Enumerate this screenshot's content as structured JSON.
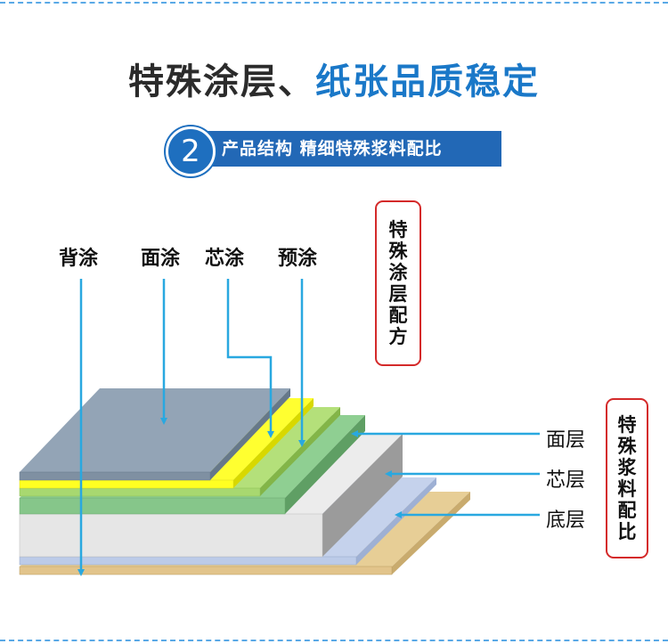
{
  "title": {
    "part_1": "特殊涂层、",
    "part_2": "纸张品质稳定"
  },
  "subtitle": {
    "step_number": "2",
    "text": "产品结构 精细特殊浆料配比"
  },
  "coating_labels": {
    "back_coat": "背涂",
    "face_coat": "面涂",
    "core_coat": "芯涂",
    "pre_coat": "预涂"
  },
  "layer_labels": {
    "face_layer": "面层",
    "core_layer": "芯层",
    "base_layer": "底层"
  },
  "formula_box": {
    "chars": [
      "特",
      "殊",
      "涂",
      "层",
      "配",
      "方"
    ]
  },
  "slurry_box": {
    "chars": [
      "特",
      "殊",
      "浆",
      "料",
      "配",
      "比"
    ]
  },
  "colors": {
    "title_dark": "#2b2b2b",
    "title_blue": "#1a78c8",
    "subtitle_bg": "#2268b6",
    "arrow": "#29a8e0",
    "box_border": "#d42a2a",
    "face_coat": "#93a4b6",
    "yellow_layer": "#ffff22",
    "light_green_layer": "#a8d870",
    "mid_green_layer": "#86c68a",
    "gray_layer": "#e4e4e4",
    "blue_layer": "#c5d2ec",
    "tan_layer": "#e7ce96"
  }
}
